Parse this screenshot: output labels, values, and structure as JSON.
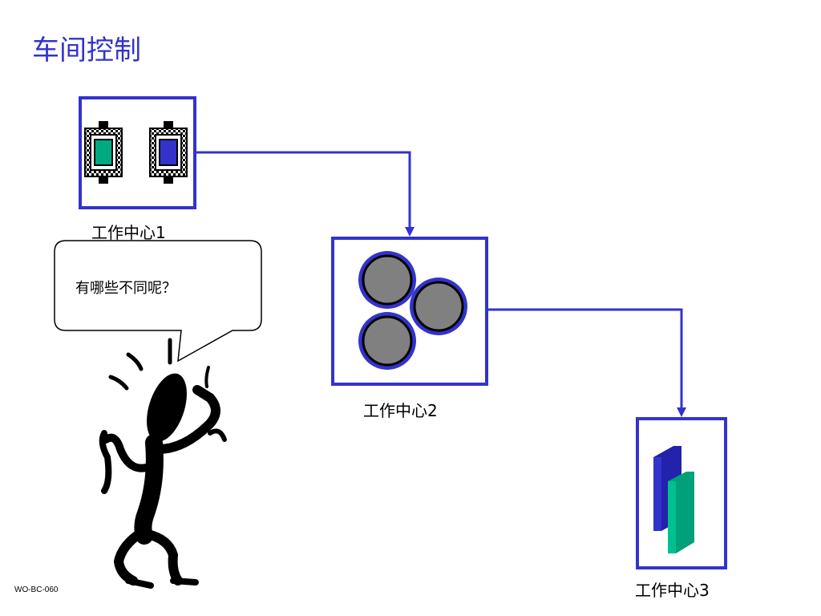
{
  "slide": {
    "title": "车间控制",
    "footer": "WO-BC-060"
  },
  "workcenters": [
    {
      "label": "工作中心1"
    },
    {
      "label": "工作中心2"
    },
    {
      "label": "工作中心3"
    }
  ],
  "speech_bubble": {
    "text": "有哪些不同呢？"
  },
  "colors": {
    "accent_blue": "#3333cc",
    "green": "#00aa80",
    "gray": "#808080"
  }
}
